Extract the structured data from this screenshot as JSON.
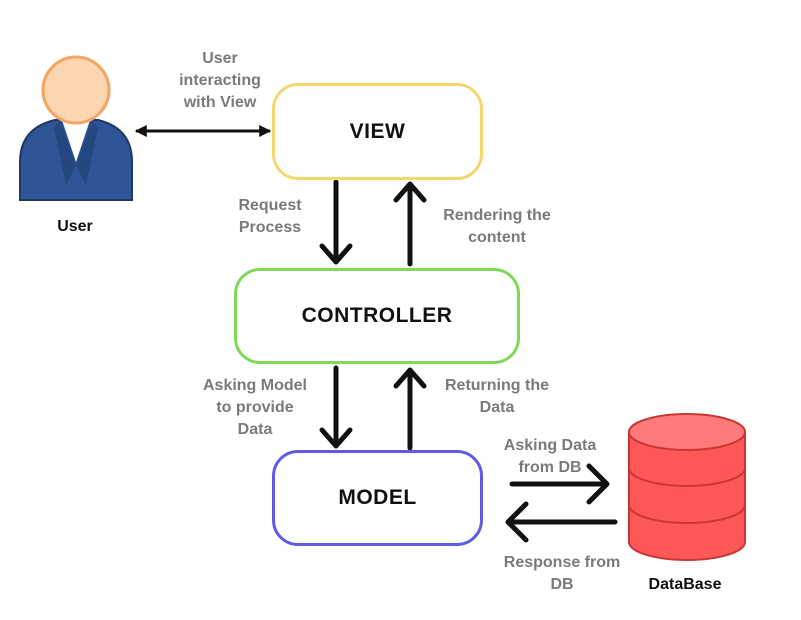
{
  "colors": {
    "view_border": "#f5d76e",
    "controller_border": "#7ed957",
    "model_border": "#5e5ce6",
    "database_fill": "#ff5757",
    "user_skin": "#fdd5b1",
    "user_suit": "#2f5597",
    "label_text": "#7a7a7a",
    "arrow": "#111111"
  },
  "boxes": {
    "view": "VIEW",
    "controller": "CONTROLLER",
    "model": "MODEL"
  },
  "labels": {
    "user_interaction": "User\ninteracting\nwith View",
    "request_process": "Request\nProcess",
    "rendering_content": "Rendering the\ncontent",
    "asking_model": "Asking Model\nto provide\nData",
    "returning_data": "Returning the\nData",
    "asking_db": "Asking Data\nfrom DB",
    "response_db": "Response from\nDB"
  },
  "captions": {
    "user": "User",
    "database": "DataBase"
  },
  "icons": {
    "user": "user-person-icon",
    "database": "database-cylinder-icon"
  }
}
